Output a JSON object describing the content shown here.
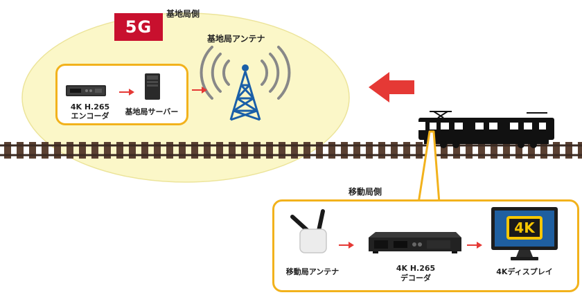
{
  "base_station": {
    "badge": "5G",
    "side_label": "基地局側",
    "antenna_label": "基地局アンテナ",
    "encoder_line1": "4K H.265",
    "encoder_line2": "エンコーダ",
    "server_label": "基地局サーバー"
  },
  "mobile_station": {
    "side_label": "移動局側",
    "antenna_label": "移動局アンテナ",
    "decoder_line1": "4K H.265",
    "decoder_line2": "デコーダ",
    "display_label": "4Kディスプレイ",
    "display_screen_text": "4K"
  },
  "colors": {
    "accent_red": "#e53935",
    "badge_red": "#c8102e",
    "box_border": "#f2b21c",
    "cell_fill": "#fbf7c8",
    "tower_blue": "#1a5fa8"
  }
}
